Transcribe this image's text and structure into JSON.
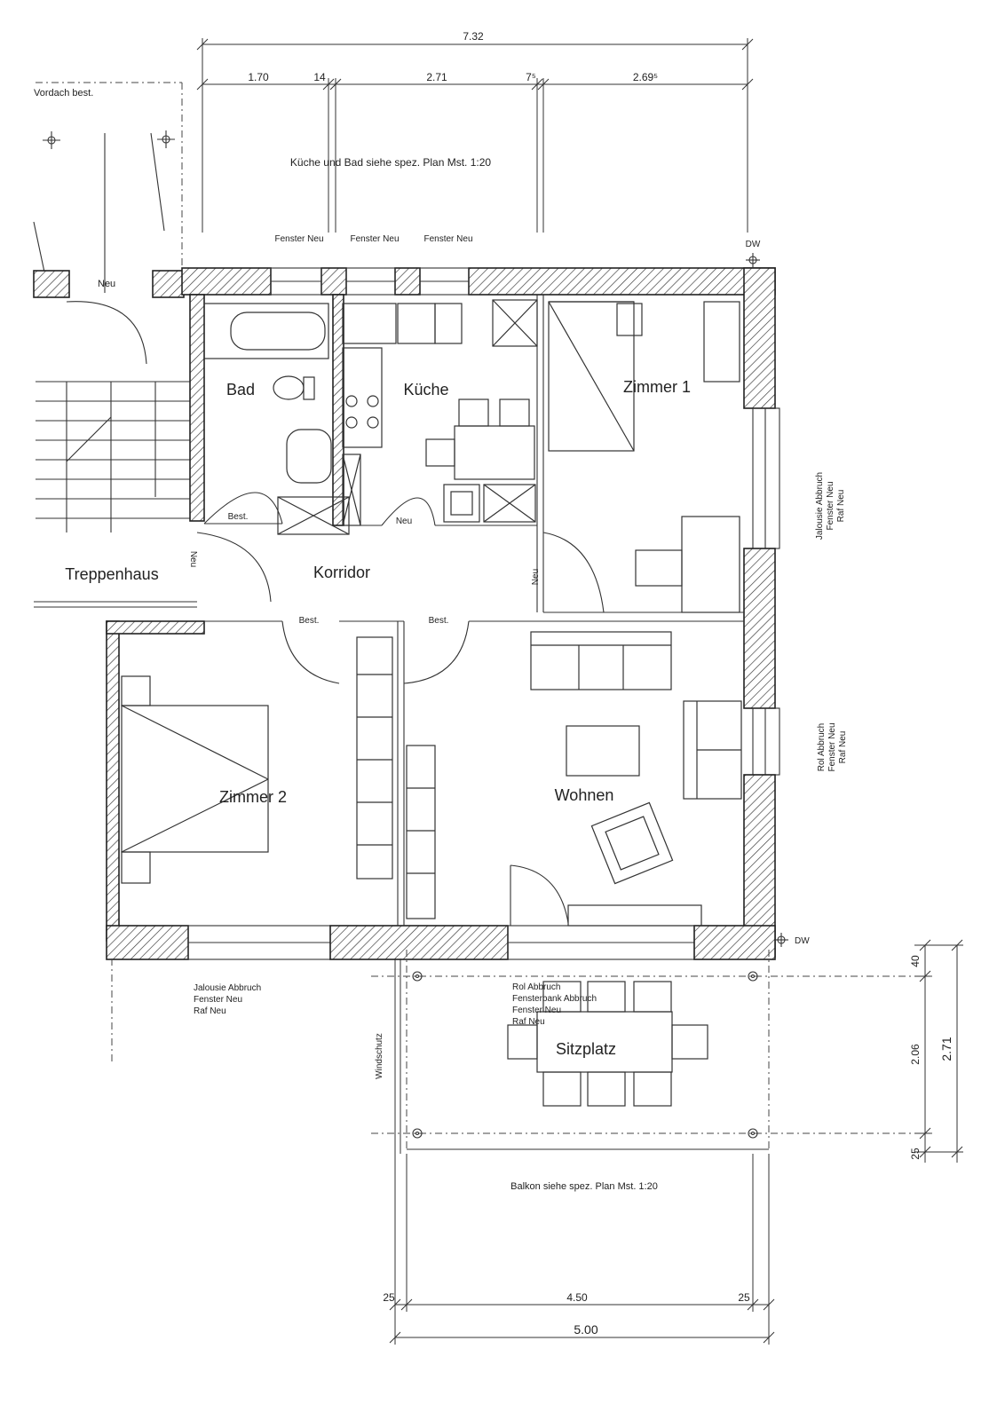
{
  "rooms": {
    "bad": "Bad",
    "kueche": "Küche",
    "zimmer1": "Zimmer 1",
    "treppenhaus": "Treppenhaus",
    "korridor": "Korridor",
    "zimmer2": "Zimmer 2",
    "wohnen": "Wohnen",
    "sitzplatz": "Sitzplatz"
  },
  "notes": {
    "vordach": "Vordach best.",
    "kueche_bad_plan": "Küche und Bad siehe spez. Plan Mst. 1:20",
    "fenster_neu_1": "Fenster Neu",
    "fenster_neu_2": "Fenster Neu",
    "fenster_neu_3": "Fenster Neu",
    "dw_top": "DW",
    "dw_bottom": "DW",
    "neu_stair": "Neu",
    "best_bad": "Best.",
    "neu_korridor_left": "Neu",
    "neu_kueche": "Neu",
    "neu_zimmer1": "Neu",
    "best_z2": "Best.",
    "best_wohnen": "Best.",
    "right_top": [
      "Jalousie Abbruch",
      "Fenster Neu",
      "Raf Neu"
    ],
    "right_mid": [
      "Rol Abbruch",
      "Fenster Neu",
      "Raf Neu"
    ],
    "bottom_left": [
      "Jalousie Abbruch",
      "Fenster Neu",
      "Raf Neu"
    ],
    "balcony_door": [
      "Rol Abbruch",
      "Fensterbank Abbruch",
      "Fenster Neu",
      "Raf Neu"
    ],
    "windschutz": "Windschutz",
    "balkon_plan": "Balkon siehe spez. Plan Mst. 1:20"
  },
  "dimensions": {
    "total_top": "7.32",
    "seg1": "1.70",
    "seg2": "14",
    "seg3": "2.71",
    "seg4": "7⁵",
    "seg5": "2.69⁵",
    "right_40": "40",
    "right_206": "2.06",
    "right_25": "25",
    "right_271": "2.71",
    "bottom_25_left": "25",
    "bottom_450": "4.50",
    "bottom_25_right": "25",
    "bottom_500": "5.00"
  }
}
